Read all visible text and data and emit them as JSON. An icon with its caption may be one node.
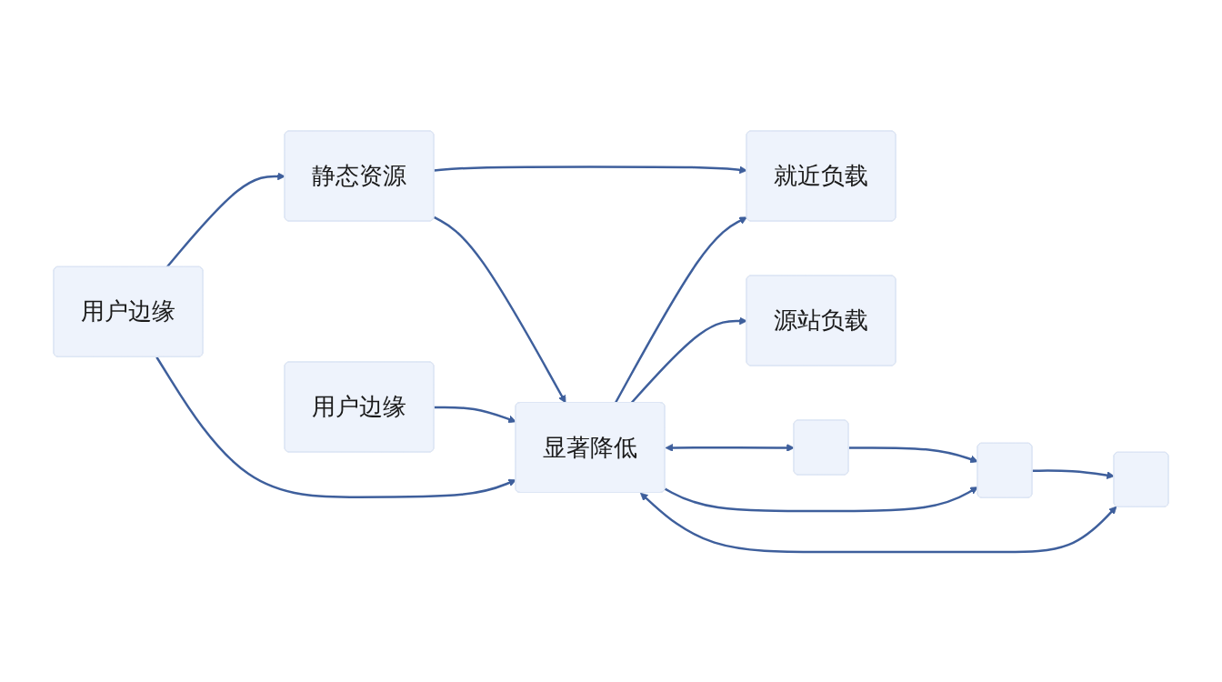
{
  "diagram": {
    "nodes": [
      {
        "text": [
          "用户边缘"
        ]
      },
      {
        "text": [
          "静态资源"
        ]
      },
      {
        "text": [
          "就近负载"
        ]
      },
      {
        "text": [
          "用户边缘"
        ]
      },
      {
        "text": [
          "显著降低"
        ]
      },
      {
        "text": [
          "源站负载"
        ]
      },
      {
        "text": [],
        "shape": "box"
      },
      {
        "text": [],
        "shape": "box"
      },
      {
        "text": [],
        "shape": "box"
      }
    ],
    "edges": [
      {
        "from": 0,
        "to": 1,
        "arrow": "to"
      },
      {
        "from": 1,
        "to": 2,
        "arrow": "to"
      },
      {
        "from": 0,
        "to": 4,
        "arrow": "to"
      },
      {
        "from": 1,
        "to": 4,
        "arrow": "to"
      },
      {
        "from": 4,
        "to": 2,
        "arrow": "to"
      },
      {
        "from": 3,
        "to": 4,
        "arrow": "to"
      },
      {
        "from": 4,
        "to": 5,
        "arrow": "to"
      },
      {
        "from": 4,
        "to": 6,
        "arrow": "both"
      },
      {
        "from": 4,
        "to": 7,
        "arrow": "to"
      },
      {
        "from": 4,
        "to": 8,
        "arrow": "both"
      },
      {
        "from": 6,
        "to": 7,
        "arrow": "to"
      },
      {
        "from": 7,
        "to": 8,
        "arrow": "to"
      }
    ]
  }
}
